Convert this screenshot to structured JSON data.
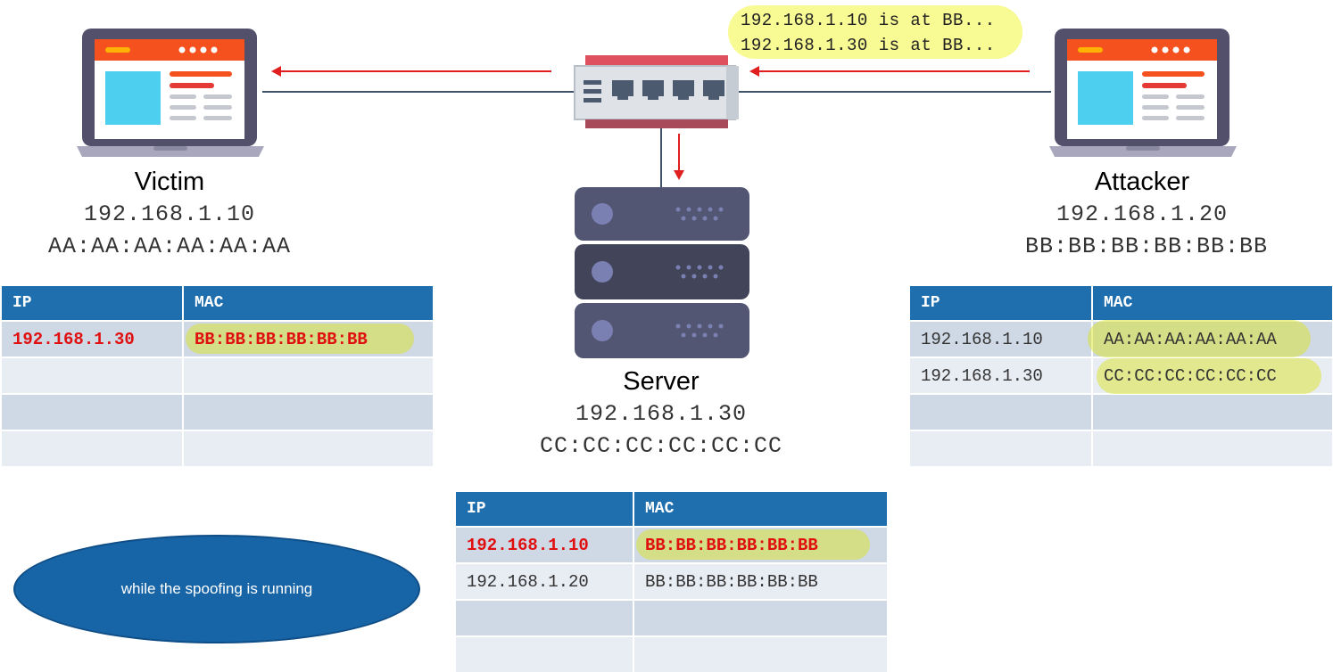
{
  "spoof_messages": [
    "192.168.1.10 is at BB...",
    "192.168.1.30 is at BB..."
  ],
  "hosts": {
    "victim": {
      "name": "Victim",
      "ip": "192.168.1.10",
      "mac": "AA:AA:AA:AA:AA:AA"
    },
    "attacker": {
      "name": "Attacker",
      "ip": "192.168.1.20",
      "mac": "BB:BB:BB:BB:BB:BB"
    },
    "server": {
      "name": "Server",
      "ip": "192.168.1.30",
      "mac": "CC:CC:CC:CC:CC:CC"
    }
  },
  "tables": {
    "victim": {
      "headers": [
        "IP",
        "MAC"
      ],
      "rows": [
        [
          "192.168.1.30",
          "BB:BB:BB:BB:BB:BB"
        ],
        [
          "",
          ""
        ],
        [
          "",
          ""
        ],
        [
          "",
          ""
        ]
      ]
    },
    "attacker": {
      "headers": [
        "IP",
        "MAC"
      ],
      "rows": [
        [
          "192.168.1.10",
          "AA:AA:AA:AA:AA:AA"
        ],
        [
          "192.168.1.30",
          "CC:CC:CC:CC:CC:CC"
        ],
        [
          "",
          ""
        ],
        [
          "",
          ""
        ]
      ]
    },
    "server": {
      "headers": [
        "IP",
        "MAC"
      ],
      "rows": [
        [
          "192.168.1.10",
          "BB:BB:BB:BB:BB:BB"
        ],
        [
          "192.168.1.20",
          "BB:BB:BB:BB:BB:BB"
        ],
        [
          "",
          ""
        ],
        [
          "",
          ""
        ]
      ]
    }
  },
  "note": "while the spoofing is running",
  "colors": {
    "table_header": "#1f6fae",
    "spoofed_entry": "#e01010",
    "arrow": "#e02020",
    "highlight": "#dae428",
    "note_fill": "#1764a6"
  }
}
